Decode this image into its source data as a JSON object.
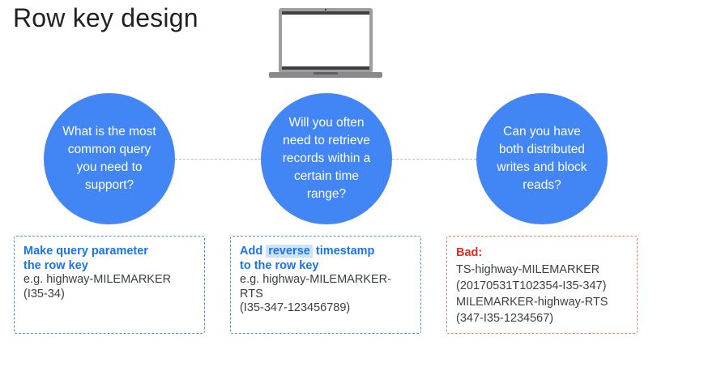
{
  "title": "Row key design",
  "icons": {
    "laptop": "laptop-icon"
  },
  "colors": {
    "circle": "#4285f4",
    "accent_blue": "#1a73e8",
    "bad_red": "#d93025"
  },
  "circles": [
    {
      "text": "What is the most common query you need to support?"
    },
    {
      "text": "Will you often need to retrieve records within a certain time range?"
    },
    {
      "text": "Can you have both distributed writes and block reads?"
    }
  ],
  "boxes": [
    {
      "heading_l1": "Make query parameter",
      "heading_l2": "the row key",
      "example_l1": "e.g. highway-MILEMARKER",
      "example_l2": "(I35-34)"
    },
    {
      "heading_pre": "Add",
      "heading_highlight": "reverse",
      "heading_post": "timestamp",
      "heading_l2": "to the row key",
      "example_l1": "e.g. highway-MILEMARKER-RTS",
      "example_l2": "(I35-347-123456789)"
    },
    {
      "label": "Bad:",
      "lines": [
        "TS-highway-MILEMARKER",
        "(20170531T102354-I35-347)",
        "MILEMARKER-highway-RTS",
        "(347-I35-1234567)"
      ]
    }
  ]
}
